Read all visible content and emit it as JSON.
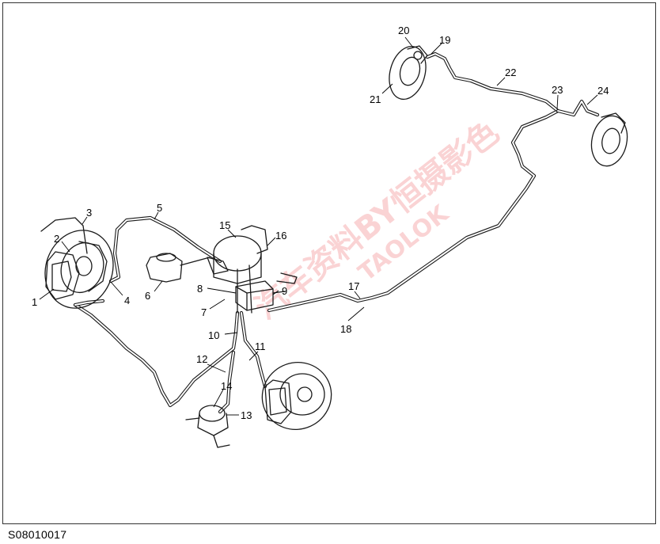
{
  "figure_code": "S08010017",
  "watermark": {
    "line1": "汽车资料BY恒摄影色",
    "line2": "TAOLOK",
    "color": "#e8383d"
  },
  "callouts": [
    "1",
    "2",
    "3",
    "4",
    "5",
    "6",
    "7",
    "8",
    "9",
    "10",
    "11",
    "12",
    "13",
    "14",
    "15",
    "16",
    "17",
    "18",
    "19",
    "20",
    "21",
    "22",
    "23",
    "24"
  ]
}
